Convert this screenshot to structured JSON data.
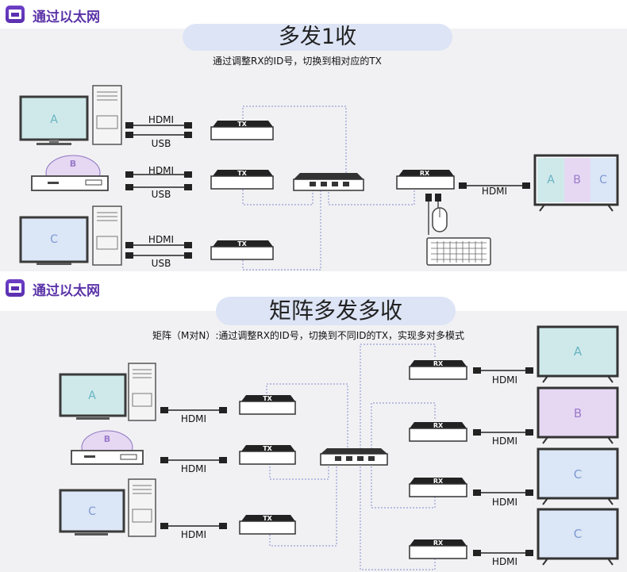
{
  "section1": {
    "header_title": "通过以太网",
    "title": "多发1收",
    "subtitle": "通过调整RX的ID号，切换到相对应的TX",
    "sources": [
      "A",
      "B",
      "C"
    ],
    "tx_label": "TX",
    "rx_label": "RX",
    "cable_hdmi": "HDMI",
    "cable_usb": "USB",
    "display_panels": [
      "A",
      "B",
      "C"
    ]
  },
  "section2": {
    "header_title": "通过以太网",
    "title": "矩阵多发多收",
    "subtitle": "矩阵（M对N）:通过调整RX的ID号，切换到不同ID的TX，实现多对多模式",
    "sources": [
      "A",
      "B",
      "C"
    ],
    "tx_label": "TX",
    "rx_label": "RX",
    "cable_hdmi": "HDMI",
    "displays": [
      "A",
      "B",
      "C",
      "C"
    ]
  },
  "colors": {
    "accent": "#5b34a8",
    "pill": "#dce4f5",
    "screen_a": "#cfe9ea",
    "screen_b": "#e6d8f3",
    "screen_c": "#dbe6f6",
    "letter_a": "#67b3c2",
    "letter_b": "#9a7ac9",
    "letter_c": "#7e9ad3"
  },
  "icons": [
    "ethernet-icon",
    "monitor-icon",
    "pc-tower-icon",
    "dvd-player-icon",
    "network-switch-icon",
    "mouse-icon",
    "keyboard-icon",
    "tv-icon"
  ]
}
